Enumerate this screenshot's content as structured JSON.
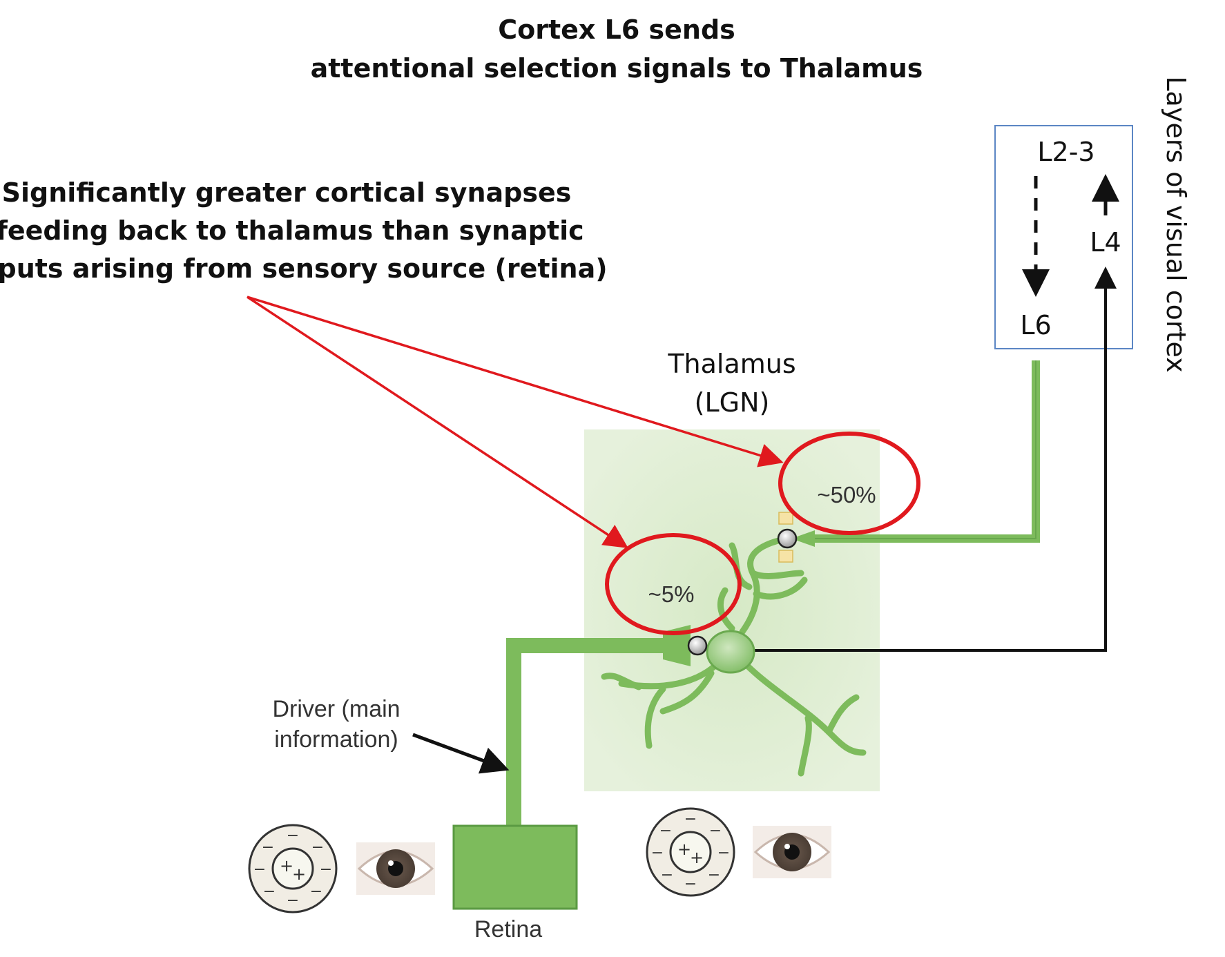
{
  "title": {
    "line1": "Cortex L6 sends",
    "line2": "attentional selection signals to Thalamus"
  },
  "annotation": {
    "line1": "Significantly greater cortical synapses",
    "line2": "feeding back to thalamus than synaptic",
    "line3": "inputs arising from sensory source (retina)"
  },
  "cortex": {
    "side_label": "Layers of visual cortex",
    "layers": {
      "l23": "L2-3",
      "l4": "L4",
      "l6": "L6"
    }
  },
  "thalamus": {
    "line1": "Thalamus",
    "line2": "(LGN)"
  },
  "synapses": {
    "cortical_feedback": "~50%",
    "retinal_driver": "~5%"
  },
  "driver": {
    "line1": "Driver (main",
    "line2": "information)"
  },
  "retina_label": "Retina",
  "receptive_field": {
    "center_sign": "+",
    "surround_sign": "−"
  },
  "colors": {
    "highlight_red": "#e0191e",
    "axon_green": "#7dbb5c",
    "lgn_panel": "#e2efd6",
    "cortex_box_border": "#5b86c4"
  }
}
